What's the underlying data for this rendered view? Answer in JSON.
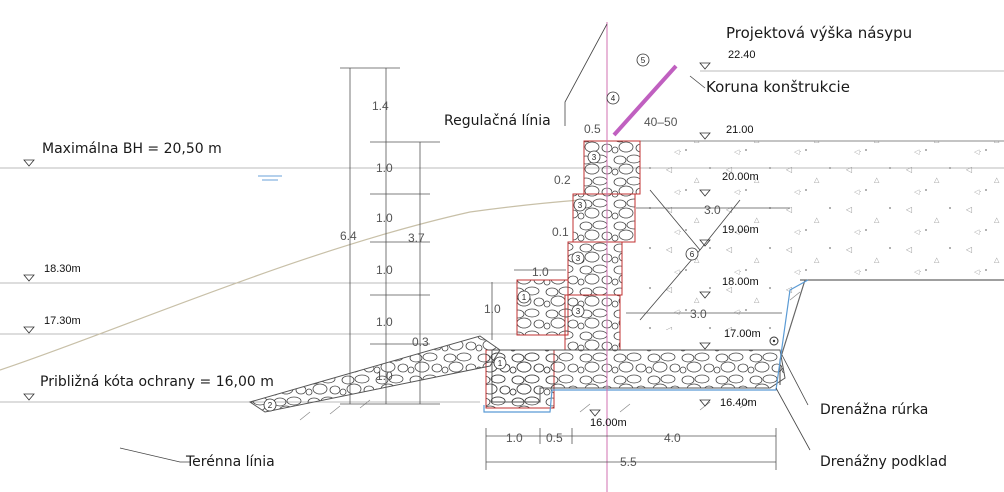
{
  "labels": {
    "projektova_vyska": "Projektová výška násypu",
    "koruna": "Koruna konštrukcie",
    "regulacna": "Regulačná línia",
    "maximalna_bh": "Maximálna BH = 20,50 m",
    "priblizna_kota": "Približná kóta ochrany = 16,00 m",
    "terenna": "Terénna línia",
    "drenazna_rurka": "Drenážna rúrka",
    "drenazny_podklad": "Drenážny podklad"
  },
  "levels": {
    "l2240": "22.40",
    "l2100": "21.00",
    "l2000": "20.00m",
    "l1900": "19.00m",
    "l1800": "18.00m",
    "l1700": "17.00m",
    "l1600": "16.00m",
    "l1640": "16.40m",
    "l1830": "18.30m",
    "l1730": "17.30m"
  },
  "dims": {
    "d14": "1.4",
    "d10a": "1.0",
    "d10b": "1.0",
    "d10c": "1.0",
    "d10d": "1.0",
    "d10e": "1.0",
    "d64": "6.4",
    "d37": "3.7",
    "d03": "0.3",
    "d05top": "0.5",
    "d4050": "40–50",
    "d02": "0.2",
    "d01": "0.1",
    "d30a": "3.0",
    "d30b": "3.0",
    "d10step": "1.0",
    "d10left": "1.0",
    "b10": "1.0",
    "b05": "0.5",
    "b40": "4.0",
    "b55": "5.5"
  },
  "markers": [
    "1",
    "2",
    "3",
    "4",
    "5",
    "6"
  ]
}
